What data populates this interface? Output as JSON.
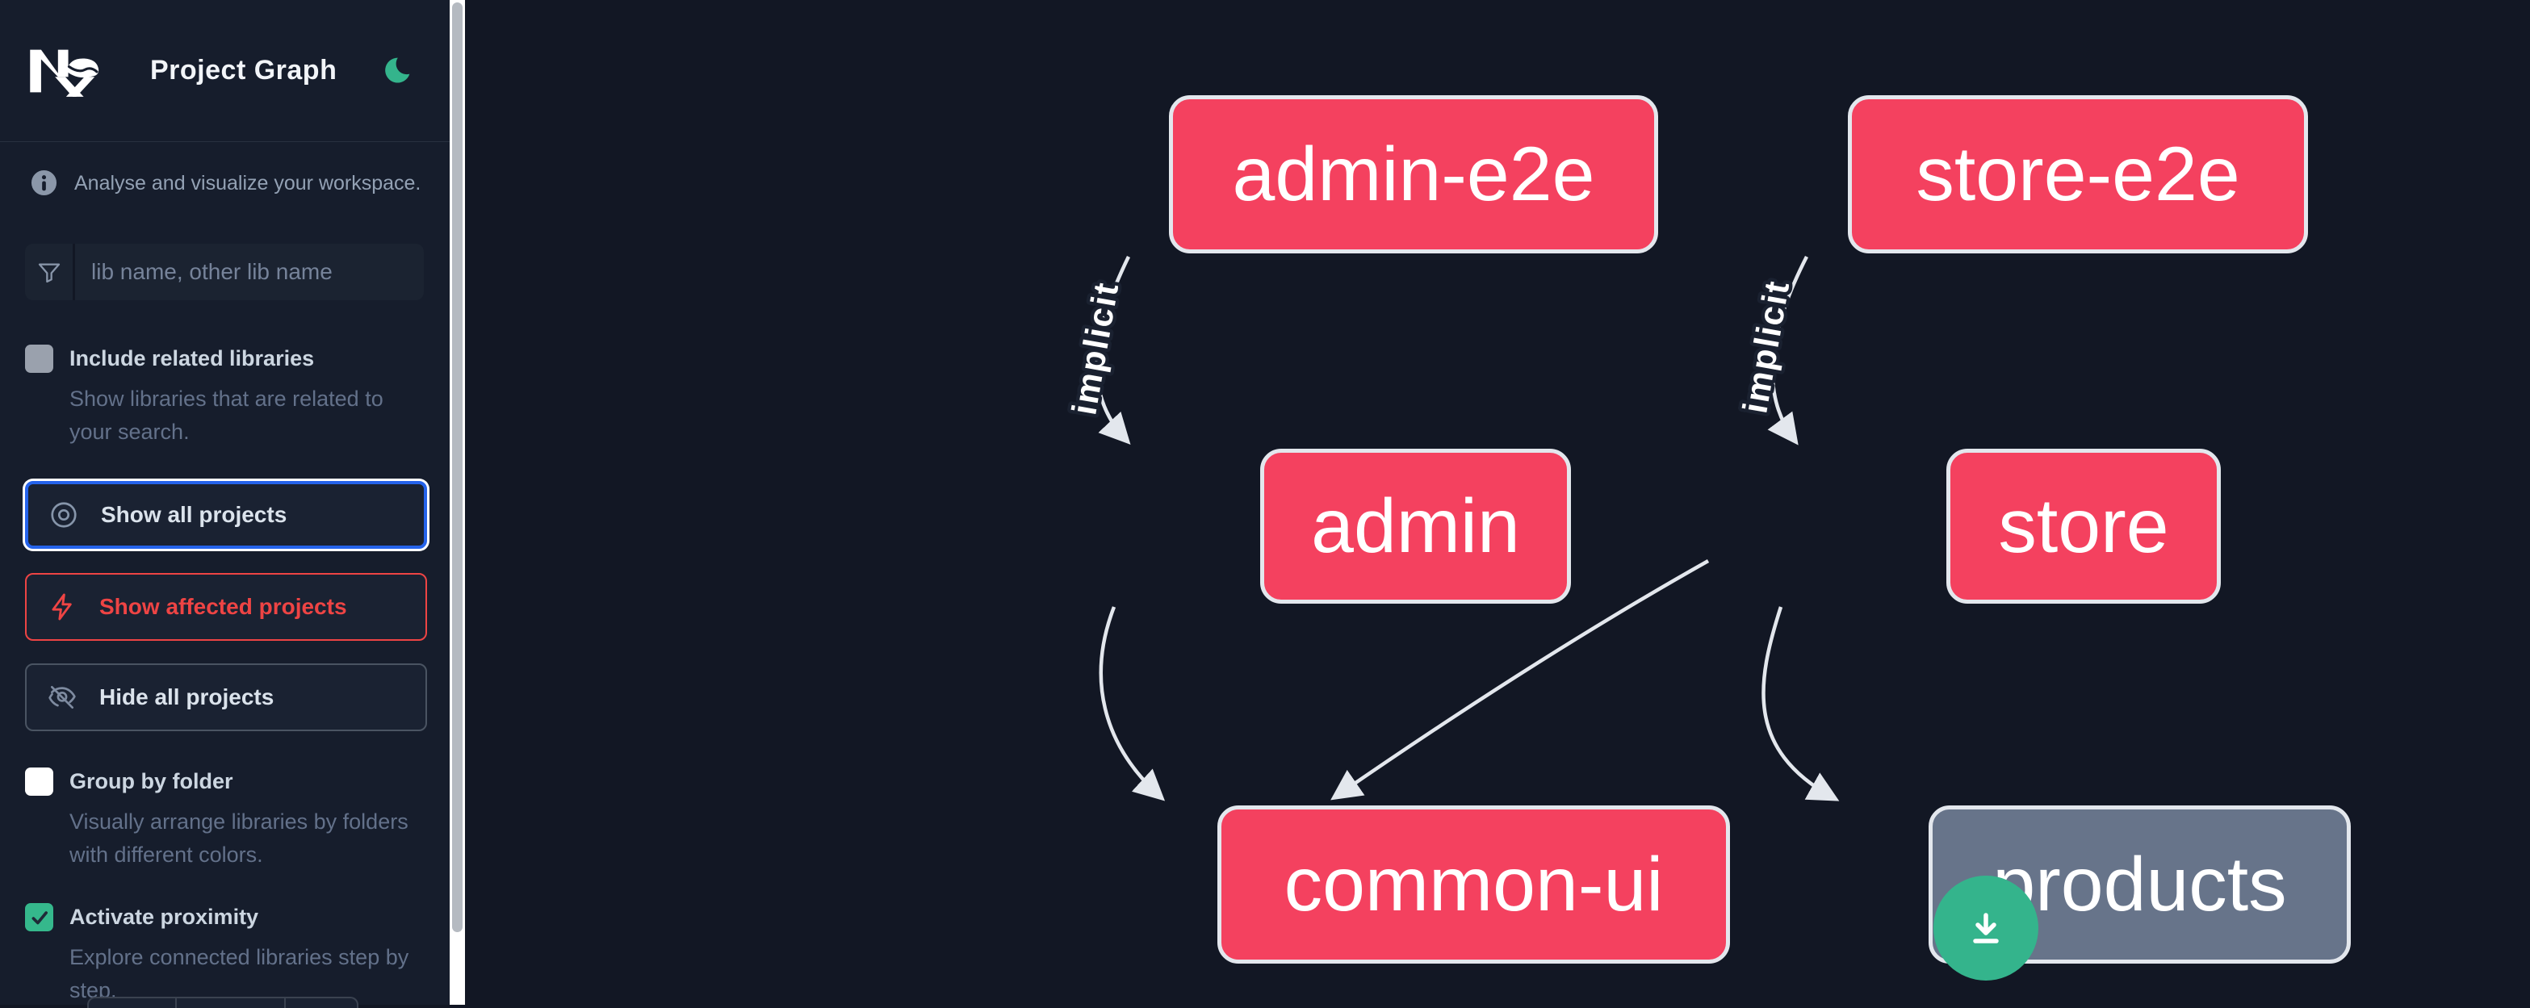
{
  "header": {
    "app": "Nx",
    "title": "Project Graph"
  },
  "intro": {
    "text": "Analyse and visualize your workspace."
  },
  "search": {
    "placeholder": "lib name, other lib name",
    "value": ""
  },
  "filters": {
    "include_related": {
      "label": "Include related libraries",
      "description": "Show libraries that are related to your search.",
      "checked": false
    },
    "group_by_folder": {
      "label": "Group by folder",
      "description": "Visually arrange libraries by folders with different colors.",
      "checked": false
    },
    "activate_proximity": {
      "label": "Activate proximity",
      "description": "Explore connected libraries step by step.",
      "checked": true
    }
  },
  "actions": {
    "show_all": {
      "label": "Show all projects",
      "icon": "eye-icon",
      "state": "active"
    },
    "show_affected": {
      "label": "Show affected projects",
      "icon": "bolt-icon",
      "state": "affected"
    },
    "hide_all": {
      "label": "Hide all projects",
      "icon": "eye-off-icon",
      "state": "default"
    }
  },
  "graph": {
    "nodes": [
      {
        "id": "admin-e2e",
        "label": "admin-e2e",
        "kind": "affected"
      },
      {
        "id": "store-e2e",
        "label": "store-e2e",
        "kind": "affected"
      },
      {
        "id": "admin",
        "label": "admin",
        "kind": "affected"
      },
      {
        "id": "store",
        "label": "store",
        "kind": "affected"
      },
      {
        "id": "common-ui",
        "label": "common-ui",
        "kind": "affected"
      },
      {
        "id": "products",
        "label": "products",
        "kind": "unaffected"
      }
    ],
    "edges": [
      {
        "source": "admin-e2e",
        "target": "admin",
        "label": "implicit"
      },
      {
        "source": "store-e2e",
        "target": "store",
        "label": "implicit"
      },
      {
        "source": "admin",
        "target": "common-ui",
        "label": ""
      },
      {
        "source": "store",
        "target": "common-ui",
        "label": ""
      },
      {
        "source": "store",
        "target": "products",
        "label": ""
      }
    ]
  },
  "fab": {
    "icon": "download-icon"
  },
  "colors": {
    "affected_node": "#f4415f",
    "unaffected_node": "#67748a",
    "node_border": "#e3e7ed",
    "edge": "#e3e7ed",
    "accent_green": "#34b48c",
    "accent_blue": "#2563eb",
    "accent_red": "#ee4444",
    "sidebar_bg": "#161d2c",
    "canvas_bg": "#121724"
  }
}
